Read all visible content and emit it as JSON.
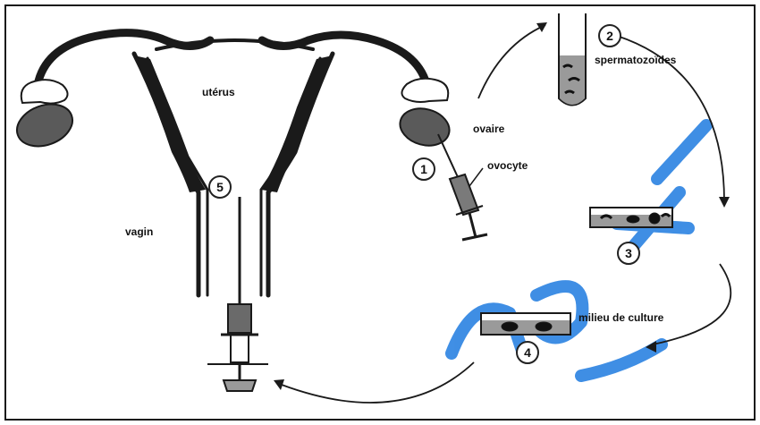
{
  "labels": {
    "uterus": "utérus",
    "ovary": "ovaire",
    "oocyte": "ovocyte",
    "sperm": "spermatozoïdes",
    "vagina": "vagin",
    "culture_medium": "milieu de culture"
  },
  "steps": [
    "1",
    "2",
    "3",
    "4",
    "5"
  ],
  "colors": {
    "line": "#1a1a1a",
    "ovary_fill": "#5a5a5a",
    "liquid_fill": "#9a9a9a",
    "watermark": "#1e7be0"
  }
}
